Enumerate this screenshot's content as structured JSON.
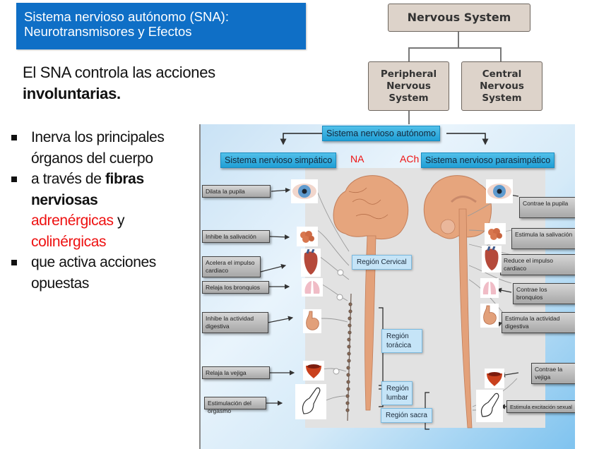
{
  "slide": {
    "title_line1": "Sistema nervioso autónomo (SNA):",
    "title_line2": "Neurotransmisores y Efectos",
    "intro_text": "El SNA controla las acciones ",
    "intro_bold": "involuntarias.",
    "bullets": [
      {
        "text": "Inerva los principales órganos del cuerpo"
      },
      {
        "pre": "a través de ",
        "bold": "fibras nerviosas",
        "red1": "adrenérgicas",
        "mid": " y",
        "red2": "colinérgicas"
      },
      {
        "text": "que activa acciones opuestas"
      }
    ],
    "colors": {
      "title_bg": "#0f6fc6",
      "highlight": "#ee1111"
    }
  },
  "hierarchy": {
    "root": "Nervous System",
    "peripheral": [
      "Peripheral",
      "Nervous",
      "System"
    ],
    "central": [
      "Central",
      "Nervous",
      "System"
    ]
  },
  "diagram": {
    "autonomic": "Sistema nervioso autónomo",
    "sympathetic": "Sistema nervioso simpático",
    "parasympathetic": "Sistema nervioso parasimpático",
    "na_label": "NA",
    "ach_label": "ACh",
    "sympathetic_effects": [
      {
        "label": "Dilata la pupila",
        "organ": "eye"
      },
      {
        "label": "Inhibe la salivación",
        "organ": "salivary-gland"
      },
      {
        "label": "Acelera el impulso cardiaco",
        "organ": "heart"
      },
      {
        "label": "Relaja los bronquios",
        "organ": "lungs"
      },
      {
        "label": "Inhibe la actividad digestiva",
        "organ": "stomach"
      },
      {
        "label": "Relaja la vejiga",
        "organ": "bladder"
      },
      {
        "label": "Estimulación del orgasmo",
        "organ": "genitals"
      }
    ],
    "parasympathetic_effects": [
      {
        "label": "Contrae la pupila",
        "organ": "eye"
      },
      {
        "label": "Estimula la salivación",
        "organ": "salivary-gland"
      },
      {
        "label": "Reduce el impulso cardiaco",
        "organ": "heart"
      },
      {
        "label": "Contrae los bronquios",
        "organ": "lungs"
      },
      {
        "label": "Estimula la actividad digestiva",
        "organ": "stomach"
      },
      {
        "label": "Contrae la vejiga",
        "organ": "bladder"
      },
      {
        "label": "Estimula excitación sexual",
        "organ": "genitals"
      }
    ],
    "regions": {
      "cervical": "Región Cervical",
      "thoracic": "Región torácica",
      "lumbar": "Región lumbar",
      "sacral": "Región sacra"
    }
  }
}
